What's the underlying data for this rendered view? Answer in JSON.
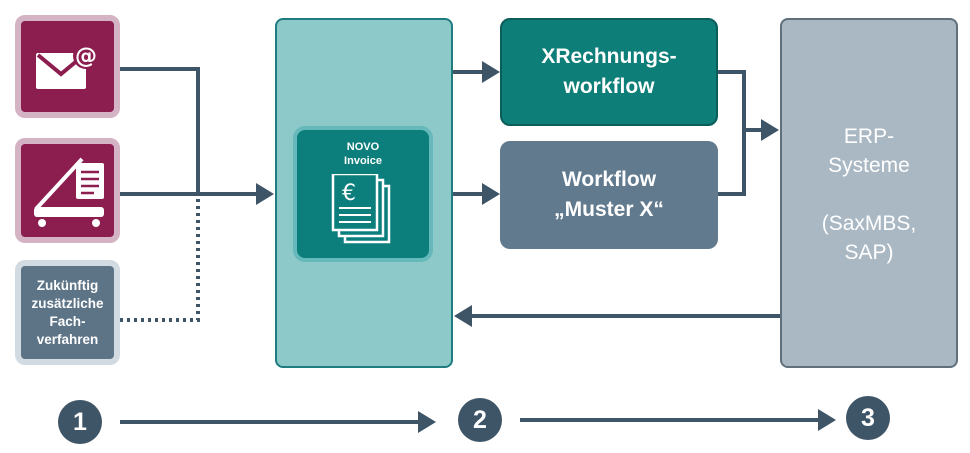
{
  "sources": {
    "email_icon": "email-at-icon",
    "scanner_icon": "scanner-document-icon",
    "future_label_lines": [
      "Zukünftig",
      "zusätzliche",
      "Fach-",
      "verfahren"
    ]
  },
  "novo": {
    "title_line1": "NOVO",
    "title_line2": "Invoice",
    "icon": "euro-documents-icon"
  },
  "workflows": {
    "xrechnung_line1": "XRechnungs-",
    "xrechnung_line2": "workflow",
    "muster_line1": "Workflow",
    "muster_line2": "„Muster X“"
  },
  "erp": {
    "line1": "ERP-",
    "line2": "Systeme",
    "line3": "(SaxMBS,",
    "line4": "SAP)"
  },
  "steps": [
    "1",
    "2",
    "3"
  ],
  "colors": {
    "source_magenta": "#8c1d4f",
    "teal_dark": "#0e7e78",
    "teal_light": "#8ec9ca",
    "slate": "#627a8e",
    "erp_gray": "#aab8c4",
    "arrow": "#3e5467"
  }
}
